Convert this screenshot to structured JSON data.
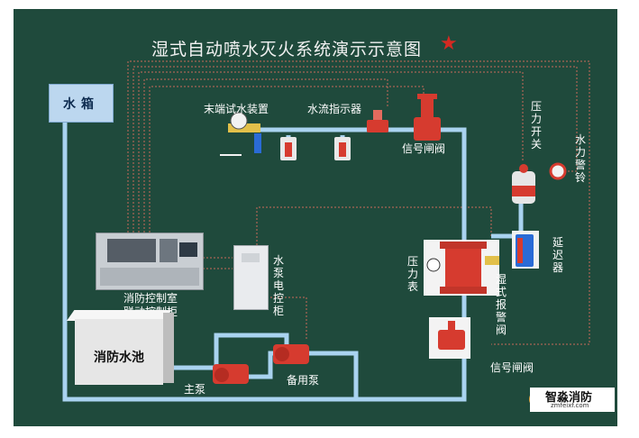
{
  "title": "湿式自动喷水灭火系统演示示意图",
  "star": "★",
  "labels": {
    "water_tank": "水箱",
    "end_test": "末端试水装置",
    "flow_indicator": "水流指示器",
    "signal_valve_top": "信号闸阀",
    "pressure_switch": "压力开关",
    "water_bell": "水力警铃",
    "delay": "延迟器",
    "pressure_gauge": "压力表",
    "alarm_valve": "湿式报警阀",
    "signal_valve_bottom": "信号闸阀",
    "pump_cabinet": "水泵电控柜",
    "control_room_1": "消防控制室",
    "control_room_2": "联动控制柜",
    "pool": "消防水池",
    "main_pump": "主泵",
    "standby_pump": "备用泵"
  },
  "brand": {
    "name": "智淼消防",
    "url": "zmfeixf.com"
  },
  "colors": {
    "board": "#1f4a3c",
    "pipe": "#a9d3f0",
    "valve": "#d63b2f",
    "signal_line": "#c86b5a"
  }
}
